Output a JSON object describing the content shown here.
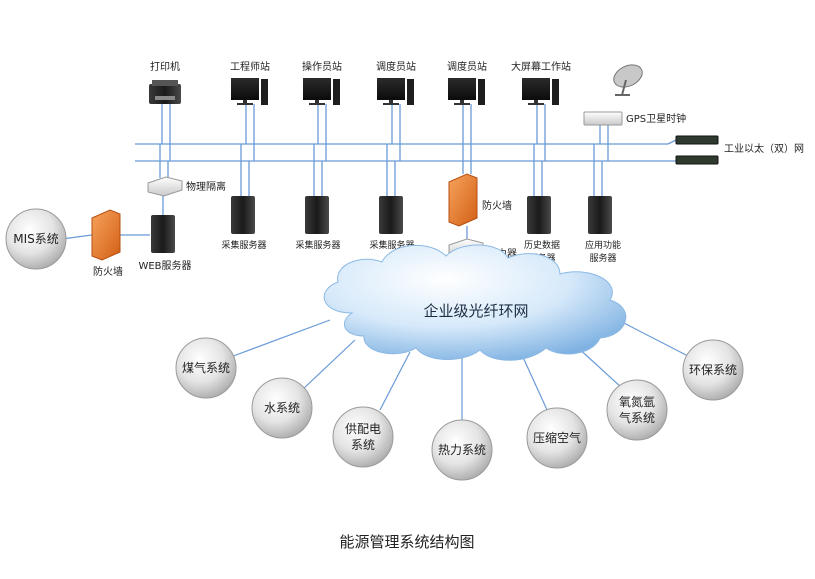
{
  "title": "能源管理系统结构图",
  "top_devices": {
    "printer": "打印机",
    "engineer_station": "工程师站",
    "operator_station": "操作员站",
    "dispatcher_station_1": "调度员站",
    "dispatcher_station_2": "调度员站",
    "bigscreen_station": "大屏幕工作站",
    "gps_clock": "GPS卫星时钟"
  },
  "network": {
    "ethernet": "工业以太（双）网",
    "fiber_ring": "企业级光纤环网"
  },
  "middle_devices": {
    "physical_isolation": "物理隔离",
    "firewall_right": "防火墙",
    "router": "路由器",
    "firewall_left": "防火墙",
    "web_server": "WEB服务器",
    "mis_system": "MIS系统",
    "collect_server_1": "采集服务器",
    "collect_server_2": "采集服务器",
    "collect_server_3": "采集服务器",
    "history_server": [
      "历史数据",
      "服务器"
    ],
    "app_server": [
      "应用功能",
      "服务器"
    ]
  },
  "subsystems": {
    "gas": "煤气系统",
    "water": "水系统",
    "power": [
      "供配电",
      "系统"
    ],
    "heat": "热力系统",
    "compressed_air": "压缩空气",
    "oxygen_nitrogen": [
      "氧氮氩",
      "气系统"
    ],
    "environment": "环保系统"
  },
  "colors": {
    "network_line": "#6a9bd8",
    "firewall": "#e8782a",
    "bubble": "#d8d8d8",
    "cloud": "#9cc7ee"
  }
}
